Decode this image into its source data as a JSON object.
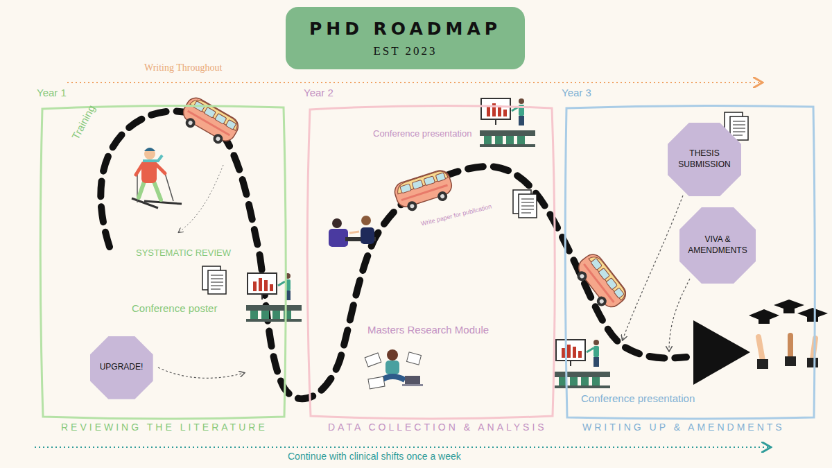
{
  "diagram": {
    "nodes": [
      {
        "text": [
          "PHD ROADMAP",
          "EST 2023"
        ]
      },
      {
        "text": [
          "Year 1",
          "REVIEWING THE LITERATURE"
        ]
      },
      {
        "text": [
          "Year 2",
          "DATA COLLECTION & ANALYSIS"
        ]
      },
      {
        "text": [
          "Year 3",
          "WRITING UP & AMENDMENTS"
        ]
      },
      {
        "text": [
          "UPGRADE!"
        ],
        "in": 1
      },
      {
        "text": [
          "THESIS SUBMISSION"
        ],
        "in": 3
      },
      {
        "text": [
          "VIVA & AMENDMENTS"
        ],
        "in": 3
      }
    ],
    "labels": [
      "Writing Throughout",
      "Training",
      "SYSTEMATIC REVIEW",
      "Conference poster",
      "Conference presentation",
      "Write paper for publication",
      "Masters Research Module",
      "Conference presentation",
      "Continue with clinical shifts once a week"
    ]
  }
}
